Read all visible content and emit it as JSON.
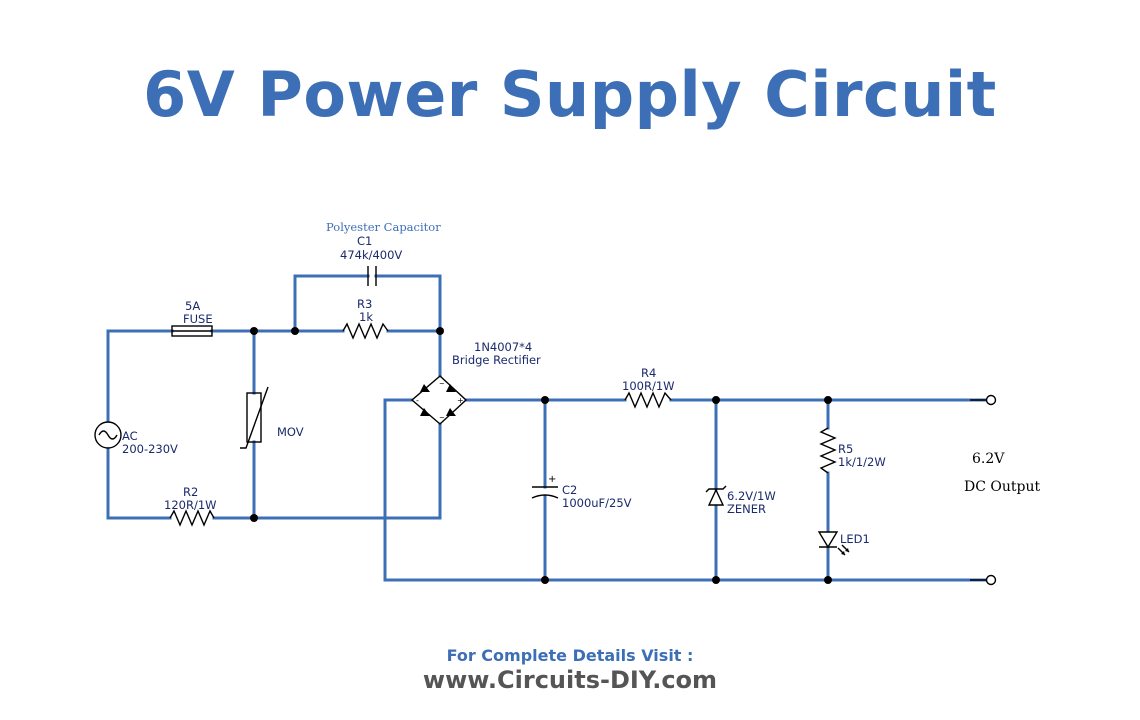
{
  "title": "6V Power Supply Circuit",
  "footer": {
    "line1": "For Complete Details Visit :",
    "line2": "www.Circuits-DIY.com"
  },
  "components": {
    "fuse": {
      "value": "5A",
      "name": "FUSE"
    },
    "c1": {
      "type": "Polyester Capacitor",
      "name": "C1",
      "value": "474k/400V"
    },
    "r3": {
      "name": "R3",
      "value": "1k"
    },
    "bridge": {
      "value": "1N4007*4",
      "name": "Bridge Rectifier"
    },
    "r4": {
      "name": "R4",
      "value": "100R/1W"
    },
    "ac": {
      "name": "AC",
      "value": "200-230V"
    },
    "mov": {
      "name": "MOV"
    },
    "r2": {
      "name": "R2",
      "value": "120R/1W"
    },
    "c2": {
      "name": "C2",
      "value": "1000uF/25V"
    },
    "zener": {
      "value": "6.2V/1W",
      "name": "ZENER"
    },
    "r5": {
      "name": "R5",
      "value": "1k/1/2W"
    },
    "led1": {
      "name": "LED1"
    }
  },
  "output": {
    "voltage": "6.2V",
    "label": "DC Output"
  },
  "colors": {
    "wire": "#3d6fb6",
    "title": "#3d6fb6",
    "footer_url": "#555555"
  }
}
